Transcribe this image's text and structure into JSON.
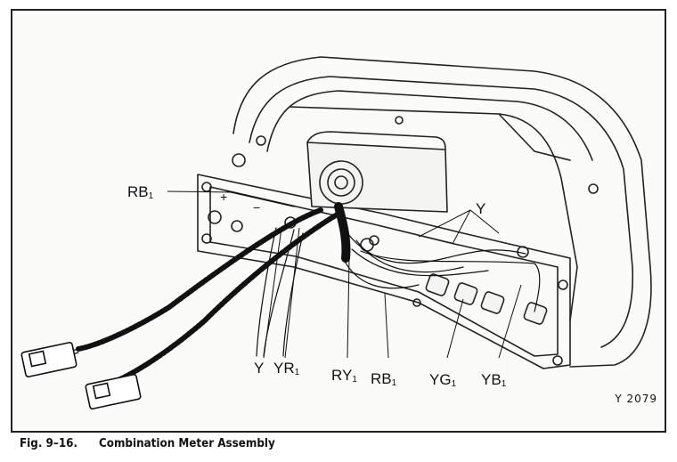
{
  "figure": {
    "reference": "Y 2079",
    "caption_number": "Fig. 9–16.",
    "caption_title": "Combination Meter Assembly"
  },
  "labels": {
    "rb1_top": {
      "base": "RB",
      "sub": "1"
    },
    "y_right": {
      "base": "Y",
      "sub": ""
    },
    "y_bottom": {
      "base": "Y",
      "sub": ""
    },
    "yr1": {
      "base": "YR",
      "sub": "1"
    },
    "ry1": {
      "base": "RY",
      "sub": "1"
    },
    "rb1_bottom": {
      "base": "RB",
      "sub": "1"
    },
    "yg1": {
      "base": "YG",
      "sub": "1"
    },
    "yb1": {
      "base": "YB",
      "sub": "1"
    }
  },
  "terminal_marks": {
    "plus": "+",
    "minus": "−"
  }
}
